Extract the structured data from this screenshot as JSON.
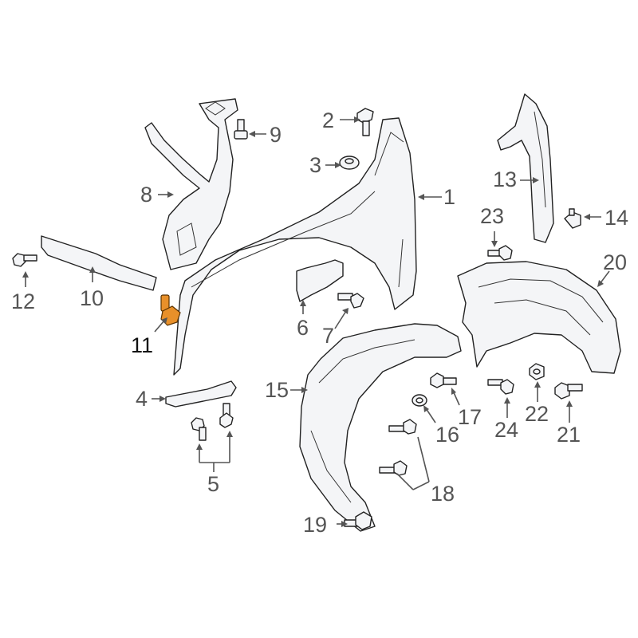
{
  "callouts": {
    "c1": "1",
    "c2": "2",
    "c3": "3",
    "c4": "4",
    "c5": "5",
    "c6": "6",
    "c7": "7",
    "c8": "8",
    "c9": "9",
    "c10": "10",
    "c11": "11",
    "c12": "12",
    "c13": "13",
    "c14": "14",
    "c15": "15",
    "c16": "16",
    "c17": "17",
    "c18": "18",
    "c19": "19",
    "c20": "20",
    "c21": "21",
    "c22": "22",
    "c23": "23",
    "c24": "24"
  },
  "highlighted_part": "11",
  "colors": {
    "highlight": "#e8902a",
    "line": "#222222",
    "label": "#555555",
    "label_active": "#111111",
    "part_fill": "#f4f5f7"
  }
}
